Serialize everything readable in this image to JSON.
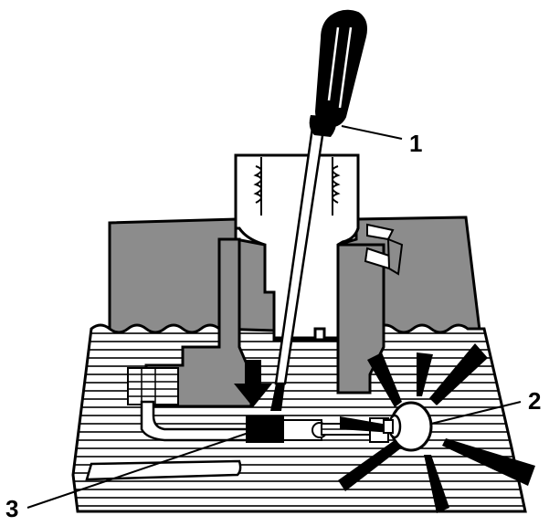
{
  "diagram": {
    "callouts": [
      {
        "id": "screwdriver",
        "label": "1"
      },
      {
        "id": "indicator-light",
        "label": "2"
      },
      {
        "id": "terminal-block",
        "label": "3"
      }
    ]
  },
  "colors": {
    "outline": "#000000",
    "housing_dark": "#8c8c8c",
    "fill_light": "#ffffff",
    "fill_mid": "#cccccc",
    "hatch_line": "#000000"
  }
}
